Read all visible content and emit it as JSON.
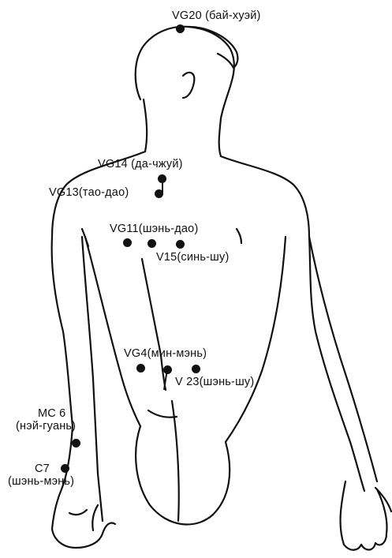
{
  "diagram": {
    "points": [
      {
        "id": "vg20",
        "label": "VG20 (бай-хуэй)"
      },
      {
        "id": "vg14",
        "label": "VG14 (да-чжуй)"
      },
      {
        "id": "vg13",
        "label": "VG13(тао-дао)"
      },
      {
        "id": "vg11",
        "label": "VG11(шэнь-дао)"
      },
      {
        "id": "v15",
        "label": "V15(синь-шу)"
      },
      {
        "id": "vg4",
        "label": "VG4(мин-мэнь)"
      },
      {
        "id": "v23",
        "label": "V 23(шэнь-шу)"
      },
      {
        "id": "mc6",
        "code": "MC 6",
        "name": "(нэй-гуань)"
      },
      {
        "id": "c7",
        "code": "C7",
        "name": "(шэнь-мэнь)"
      }
    ],
    "colors": {
      "ink": "#111111",
      "background": "#ffffff"
    }
  }
}
